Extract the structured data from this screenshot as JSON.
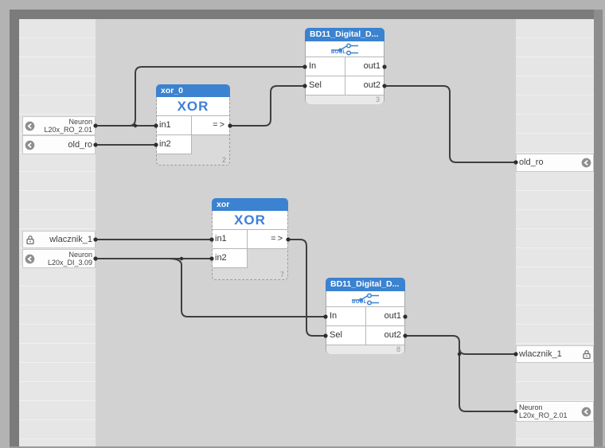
{
  "colors": {
    "header_blue": "#3b82d0",
    "xor_text_blue": "#3c80d8",
    "wire": "#3f3f3f",
    "canvas": "#d2d2d2",
    "rail_stripe": "#e6e6e6",
    "tag_background": "#fdfdfd",
    "frame_border": "#7b7b7b"
  },
  "blocks": {
    "xor0": {
      "header": "xor_0",
      "type": "XOR",
      "in1": "in1",
      "in2": "in2",
      "out": "=>",
      "order": "2"
    },
    "bd11_top": {
      "header": "BD11_Digital_D...",
      "datatype": "BOOL",
      "in1": "In",
      "in2": "Sel",
      "out1": "out1",
      "out2": "out2",
      "order": "3"
    },
    "xor1": {
      "header": "xor",
      "type": "XOR",
      "in1": "in1",
      "in2": "in2",
      "out": "=>",
      "order": "7"
    },
    "bd11_bottom": {
      "header": "BD11_Digital_D...",
      "datatype": "BOOL",
      "in1": "In",
      "in2": "Sel",
      "out1": "out1",
      "out2": "out2",
      "order": "8"
    }
  },
  "tags": {
    "left": [
      {
        "label_line1": "Neuron",
        "label_line2": "L20x_RO_2.01",
        "icon": "circle-arrow-icon"
      },
      {
        "label_line1": "old_ro",
        "icon": "circle-arrow-icon"
      },
      {
        "label_line1": "wlacznik_1",
        "icon": "lock-icon"
      },
      {
        "label_line1": "Neuron",
        "label_line2": "L20x_DI_3.09",
        "icon": "circle-arrow-icon"
      }
    ],
    "right": [
      {
        "label_line1": "old_ro",
        "icon": "circle-arrow-icon"
      },
      {
        "label_line1": "wlacznik_1",
        "icon": "lock-icon"
      },
      {
        "label_line1": "Neuron",
        "label_line2": "L20x_RO_2.01",
        "icon": "circle-arrow-icon"
      }
    ]
  }
}
